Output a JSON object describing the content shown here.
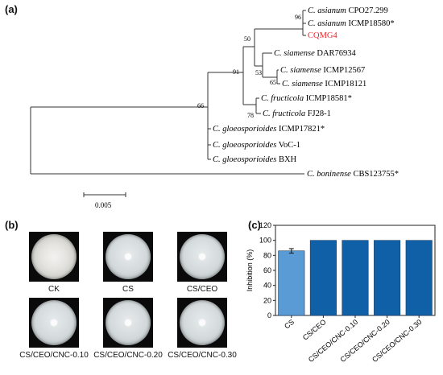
{
  "panels": {
    "a": "(a)",
    "b": "(b)",
    "c": "(c)"
  },
  "tree": {
    "taxa": [
      {
        "genus": "C. asianum",
        "strain": "CPO27.299"
      },
      {
        "genus": "C. asianum",
        "strain": "ICMP18580*"
      },
      {
        "genus": "",
        "strain": "CQMG4",
        "highlight": true
      },
      {
        "genus": "C. siamense",
        "strain": "DAR76934"
      },
      {
        "genus": "C. siamense",
        "strain": "ICMP12567"
      },
      {
        "genus": "C. siamense",
        "strain": "ICMP18121"
      },
      {
        "genus": "C. fructicola",
        "strain": "ICMP18581*"
      },
      {
        "genus": "C. fructicola",
        "strain": "FJ28-1"
      },
      {
        "genus": "C. gloeosporioides",
        "strain": "ICMP17821*"
      },
      {
        "genus": "C. gloeosporioides",
        "strain": "VoC-1"
      },
      {
        "genus": "C. gloeosporioides",
        "strain": "BXH"
      },
      {
        "genus": "C. boninense",
        "strain": "CBS123755*"
      }
    ],
    "bootstrap": [
      "96",
      "50",
      "53",
      "65",
      "91",
      "78",
      "66"
    ],
    "scale_label": "0.005",
    "highlight_color": "#e8262a"
  },
  "dishes": [
    {
      "label": "CK",
      "mycelium": true
    },
    {
      "label": "CS",
      "mycelium": false
    },
    {
      "label": "CS/CEO",
      "mycelium": false
    },
    {
      "label": "CS/CEO/CNC-0.10",
      "mycelium": false
    },
    {
      "label": "CS/CEO/CNC-0.20",
      "mycelium": false
    },
    {
      "label": "CS/CEO/CNC-0.30",
      "mycelium": false
    }
  ],
  "chart_data": {
    "type": "bar",
    "categories": [
      "CS",
      "CS/CEO",
      "CS/CEO/CNC-0.10",
      "CS/CEO/CNC-0.20",
      "CS/CEO/CNC-0.30"
    ],
    "values": [
      86,
      100,
      100,
      100,
      100
    ],
    "errors": [
      3,
      0,
      0,
      0,
      0
    ],
    "ylabel": "Inhibition (%)",
    "ylim": [
      0,
      120
    ],
    "yticks": [
      0,
      20,
      40,
      60,
      80,
      100,
      120
    ],
    "colors": [
      "#5b9bd5",
      "#1060a8",
      "#1060a8",
      "#1060a8",
      "#1060a8"
    ],
    "grid": false
  }
}
